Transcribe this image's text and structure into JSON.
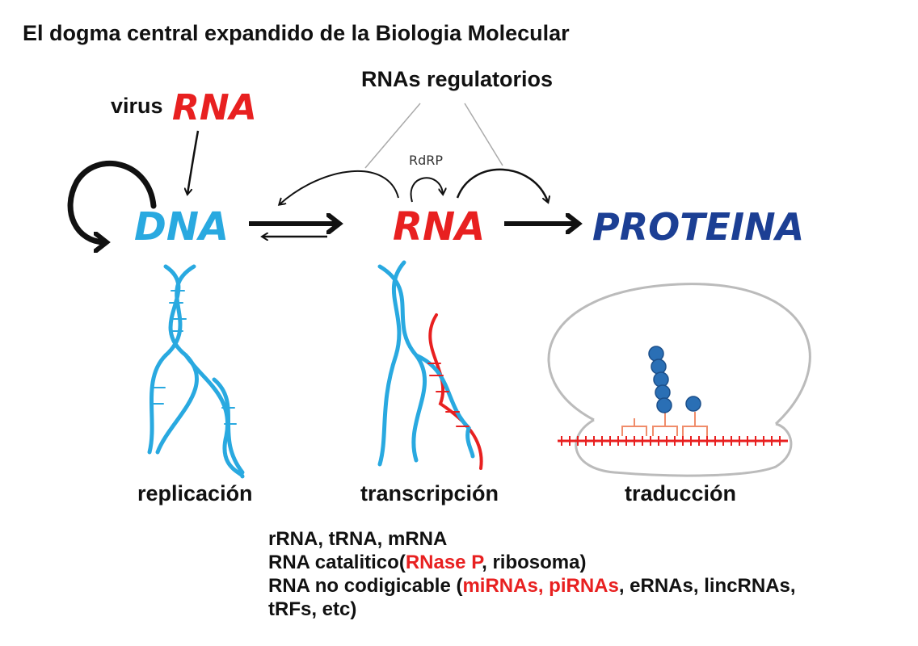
{
  "title": "El dogma central expandido de la Biologia Molecular",
  "labels": {
    "rnas_regulatorios": "RNAs regulatorios",
    "virus": "virus",
    "virus_rna": "RNA",
    "rdrp": "RdRP",
    "dna": "DNA",
    "rna": "RNA",
    "proteina": "PROTEINA"
  },
  "processes": {
    "replicacion": "replicación",
    "transcripcion": "transcripción",
    "traduccion": "traducción"
  },
  "list": {
    "line1": "rRNA, tRNA, mRNA",
    "line2_a": "RNA catalitico(",
    "line2_red": "RNase P",
    "line2_b": ", ribosoma)",
    "line3_a": "RNA no codigicable (",
    "line3_red": "miRNAs, piRNAs",
    "line3_b": ", eRNAs, lincRNAs,",
    "line4": "tRFs, etc)"
  },
  "colors": {
    "dna_blue": "#29a9e0",
    "rna_red": "#e82020",
    "protein_blue": "#1c3f94",
    "text": "#111111",
    "aminoacid": "#2a6fb5",
    "trna": "#f08c6a"
  }
}
